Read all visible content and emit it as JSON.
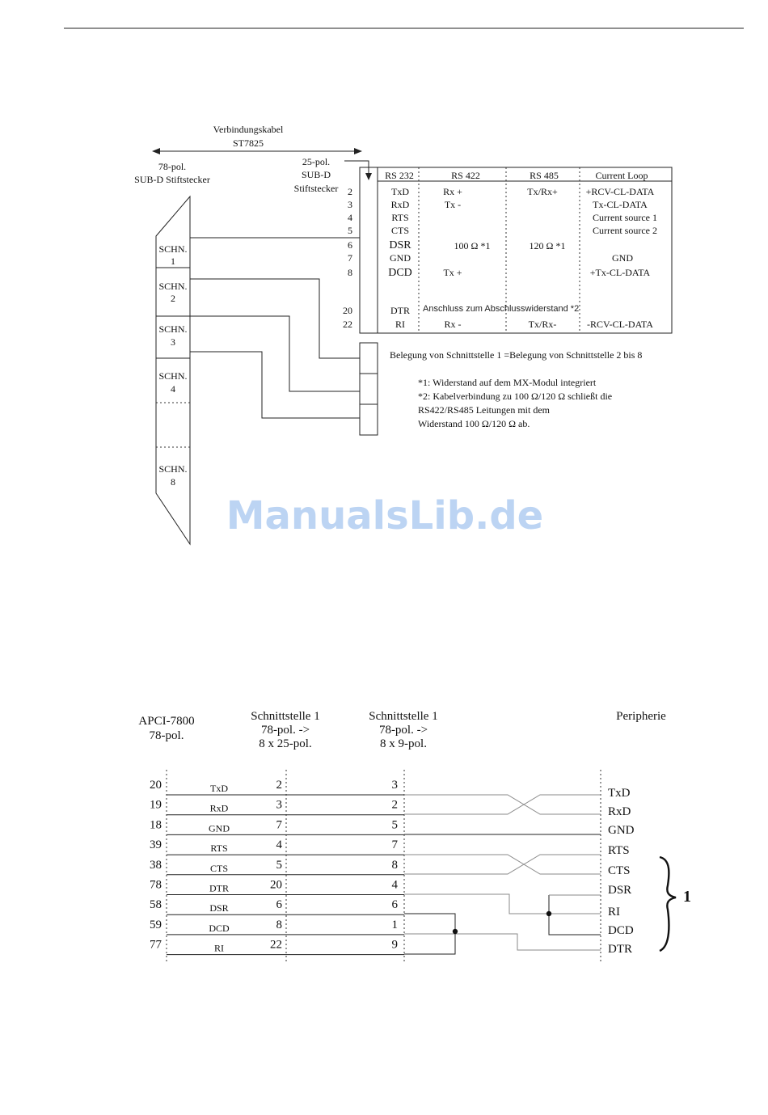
{
  "watermark": "ManualsLib.de",
  "top_diagram": {
    "cable": {
      "label": "Verbindungskabel",
      "model": "ST7825"
    },
    "connector_78": [
      "78-pol.",
      "SUB-D Stiftstecker"
    ],
    "connector_25": [
      "25-pol.",
      "SUB-D",
      "Stiftstecker"
    ],
    "channels": [
      {
        "name": "SCHN.",
        "num": "1"
      },
      {
        "name": "SCHN.",
        "num": "2"
      },
      {
        "name": "SCHN.",
        "num": "3"
      },
      {
        "name": "SCHN.",
        "num": "4"
      },
      {
        "name": "SCHN.",
        "num": "8"
      }
    ],
    "table_headers": [
      "RS 232",
      "RS 422",
      "RS 485",
      "Current Loop"
    ],
    "rows": [
      {
        "pin": "2",
        "rs232": "TxD",
        "rs422": "Rx +",
        "rs485": "Tx/Rx+",
        "cl": "+RCV-CL-DATA"
      },
      {
        "pin": "3",
        "rs232": "RxD",
        "rs422": "Tx -",
        "rs485": "",
        "cl": "Tx-CL-DATA"
      },
      {
        "pin": "4",
        "rs232": "RTS",
        "rs422": "",
        "rs485": "",
        "cl": "Current source 1"
      },
      {
        "pin": "5",
        "rs232": "CTS",
        "rs422": "",
        "rs485": "",
        "cl": "Current source 2"
      },
      {
        "pin": "6",
        "rs232": "DSR",
        "rs422": "100 Ω *1",
        "rs485": "120 Ω  *1",
        "cl": ""
      },
      {
        "pin": "7",
        "rs232": "GND",
        "rs422": "",
        "rs485": "",
        "cl": "GND"
      },
      {
        "pin": "8",
        "rs232": "DCD",
        "rs422": "Tx  +",
        "rs485": "",
        "cl": "+Tx-CL-DATA"
      },
      {
        "pin": "20",
        "rs232": "DTR",
        "rs422": "",
        "rs485": "",
        "cl": ""
      },
      {
        "pin": "22",
        "rs232": "RI",
        "rs422": "Rx -",
        "rs485": "Tx/Rx-",
        "cl": "-RCV-CL-DATA"
      }
    ],
    "dtr_note": "Anschluss zum Abschlusswiderstand *2",
    "belegung": "Belegung von Schnittstelle 1 =Belegung von Schnittstelle 2 bis 8",
    "footnotes": [
      "*1: Widerstand auf dem MX-Modul integriert",
      "*2: Kabelverbindung zu 100 Ω/120 Ω schließt die",
      "RS422/RS485 Leitungen mit dem",
      "Widerstand 100 Ω/120 Ω ab."
    ]
  },
  "bottom_diagram": {
    "col_headers": {
      "apci": [
        "APCI-7800",
        "78-pol."
      ],
      "s25": [
        "Schnittstelle 1",
        "78-pol. ->",
        "8  x 25-pol."
      ],
      "s9": [
        "Schnittstelle 1",
        "78-pol. ->",
        "8 x 9-pol."
      ],
      "periph": [
        "Peripherie"
      ]
    },
    "rows": [
      {
        "p78": "20",
        "sig": "TxD",
        "p25": "2",
        "p9": "3"
      },
      {
        "p78": "19",
        "sig": "RxD",
        "p25": "3",
        "p9": "2"
      },
      {
        "p78": "18",
        "sig": "GND",
        "p25": "7",
        "p9": "5"
      },
      {
        "p78": "39",
        "sig": "RTS",
        "p25": "4",
        "p9": "7"
      },
      {
        "p78": "38",
        "sig": "CTS",
        "p25": "5",
        "p9": "8"
      },
      {
        "p78": "78",
        "sig": "DTR",
        "p25": "20",
        "p9": "4"
      },
      {
        "p78": "58",
        "sig": "DSR",
        "p25": "6",
        "p9": "6"
      },
      {
        "p78": "59",
        "sig": "DCD",
        "p25": "8",
        "p9": "1"
      },
      {
        "p78": "77",
        "sig": "RI",
        "p25": "22",
        "p9": "9"
      }
    ],
    "peripherie": [
      "TxD",
      "RxD",
      "GND",
      "RTS",
      "CTS",
      "DSR",
      "RI",
      "DCD",
      "DTR"
    ],
    "brace_label": "1"
  }
}
